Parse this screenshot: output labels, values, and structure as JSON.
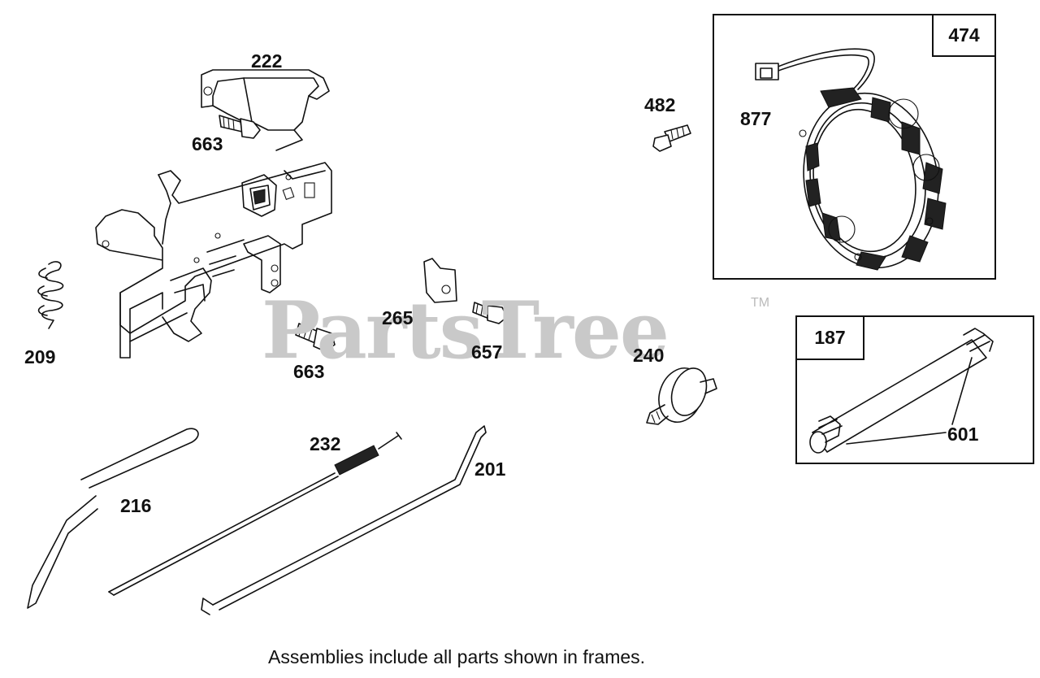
{
  "watermark": {
    "text": "PartsTree",
    "trademark": "TM"
  },
  "frames": {
    "stator_assembly": {
      "number": "474"
    },
    "fuel_line_assembly": {
      "number": "187"
    }
  },
  "parts": {
    "p222": "222",
    "p663_top": "663",
    "p209": "209",
    "p265": "265",
    "p663_mid": "663",
    "p657": "657",
    "p482": "482",
    "p877": "877",
    "p240": "240",
    "p601": "601",
    "p232": "232",
    "p201": "201",
    "p216": "216"
  },
  "caption": "Assemblies include all parts shown in frames."
}
